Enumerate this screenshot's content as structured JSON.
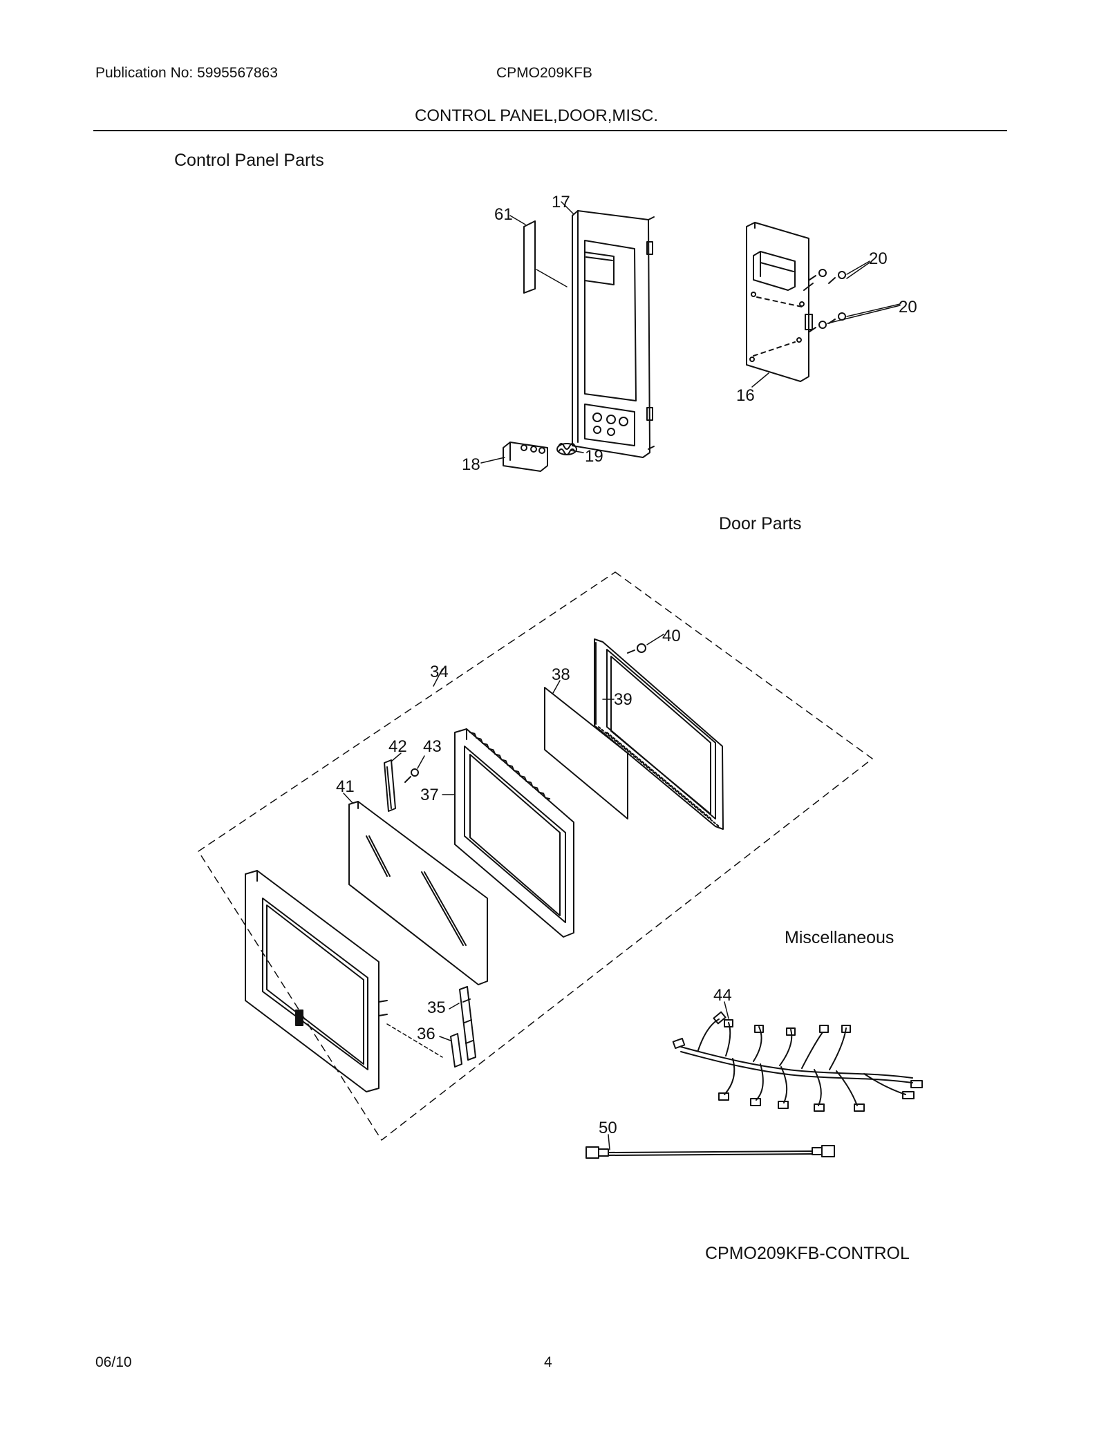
{
  "header": {
    "publication": "Publication No: 5995567863",
    "model": "CPMO209KFB",
    "title": "CONTROL PANEL,DOOR,MISC."
  },
  "sections": {
    "control_panel": "Control Panel Parts",
    "door": "Door Parts",
    "misc": "Miscellaneous"
  },
  "callouts": {
    "p61": "61",
    "p17": "17",
    "p20a": "20",
    "p20b": "20",
    "p16": "16",
    "p18": "18",
    "p19": "19",
    "p40": "40",
    "p34": "34",
    "p38": "38",
    "p39": "39",
    "p42": "42",
    "p43": "43",
    "p41": "41",
    "p37": "37",
    "p35": "35",
    "p36": "36",
    "p44": "44",
    "p50": "50"
  },
  "diagram_code": "CPMO209KFB-CONTROL",
  "footer": {
    "date": "06/10",
    "page": "4"
  }
}
